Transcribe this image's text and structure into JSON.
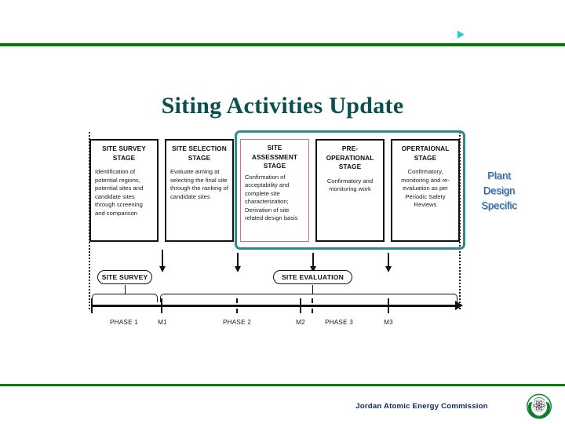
{
  "header": {
    "marker_icon": "triangle-right-icon",
    "rule_color": "#008000"
  },
  "title": "Siting Activities Update",
  "diagram": {
    "highlight_color": "#2d8b8b",
    "accent_box_color": "#d4736e",
    "stages": [
      {
        "id": "site-survey",
        "title": "SITE SURVEY\nSTAGE",
        "description": "Identification of potential regions, potential sites and candidate sites through screening and comparison"
      },
      {
        "id": "site-selection",
        "title": "SITE SELECTION\nSTAGE",
        "description": "Evaluate aiming at selecting the final site through the ranking of candidate sites"
      },
      {
        "id": "site-assessment",
        "title": "SITE\nASSESSMENT\nSTAGE",
        "description": "Confirmation of acceptability and complete site characterization; Derivation of site related design basis"
      },
      {
        "id": "pre-operational",
        "title": "PRE-\nOPERATIONAL\nSTAGE",
        "description": "Confirmatory and monitoring work"
      },
      {
        "id": "operational",
        "title": "OPERTAIONAL\nSTAGE",
        "description": "Confirmatory, monitoring and re-evaluation as per Periodic Safety Reviews"
      }
    ],
    "side_note": {
      "text": "Plant\nDesign\nSpecific",
      "color": "#2763ad"
    },
    "pills": [
      {
        "id": "site-survey",
        "label": "SITE SURVEY"
      },
      {
        "id": "site-evaluation",
        "label": "SITE EVALUATION"
      }
    ],
    "axis_labels": [
      {
        "id": "phase-1",
        "label": "PHASE 1"
      },
      {
        "id": "m1",
        "label": "M1"
      },
      {
        "id": "phase-2",
        "label": "PHASE 2"
      },
      {
        "id": "m2",
        "label": "M2"
      },
      {
        "id": "phase-3",
        "label": "PHASE 3"
      },
      {
        "id": "m3",
        "label": "M3"
      }
    ]
  },
  "footer": {
    "organization": "Jordan Atomic Energy Commission",
    "logo_icon": "atom-wreath-emblem-icon",
    "rule_color": "#008000"
  }
}
